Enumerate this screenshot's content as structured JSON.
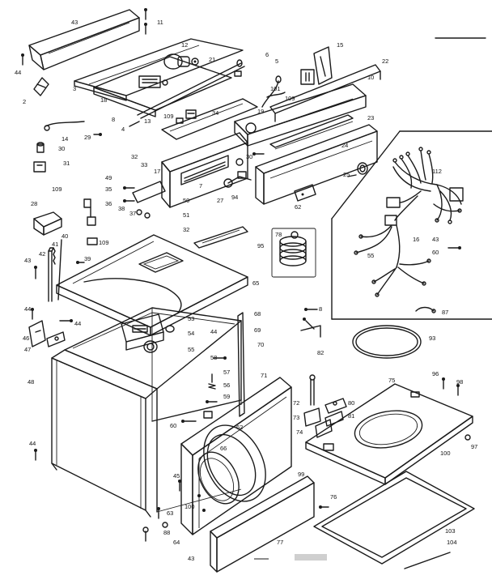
{
  "diagram": {
    "labels": [
      {
        "id": "p43a",
        "text": "43"
      },
      {
        "id": "p11",
        "text": "11"
      },
      {
        "id": "p12",
        "text": "12"
      },
      {
        "id": "p44a",
        "text": "44"
      },
      {
        "id": "p2",
        "text": "2"
      },
      {
        "id": "p3",
        "text": "3"
      },
      {
        "id": "p21",
        "text": "21"
      },
      {
        "id": "p6",
        "text": "6"
      },
      {
        "id": "p5",
        "text": "5"
      },
      {
        "id": "p15",
        "text": "15"
      },
      {
        "id": "p22",
        "text": "22"
      },
      {
        "id": "p10a",
        "text": "10"
      },
      {
        "id": "p18",
        "text": "18"
      },
      {
        "id": "p101",
        "text": "101"
      },
      {
        "id": "p109a",
        "text": "109"
      },
      {
        "id": "p19",
        "text": "19"
      },
      {
        "id": "p34",
        "text": "34"
      },
      {
        "id": "p109b",
        "text": "109"
      },
      {
        "id": "p23",
        "text": "23"
      },
      {
        "id": "p14",
        "text": "14"
      },
      {
        "id": "p8",
        "text": "8"
      },
      {
        "id": "p13",
        "text": "13"
      },
      {
        "id": "p4",
        "text": "4"
      },
      {
        "id": "p29",
        "text": "29"
      },
      {
        "id": "p30a",
        "text": "30"
      },
      {
        "id": "p32a",
        "text": "32"
      },
      {
        "id": "p33",
        "text": "33"
      },
      {
        "id": "p31",
        "text": "31"
      },
      {
        "id": "p17",
        "text": "17"
      },
      {
        "id": "p30b",
        "text": "30"
      },
      {
        "id": "p24",
        "text": "24"
      },
      {
        "id": "p25",
        "text": "25"
      },
      {
        "id": "p112",
        "text": "112"
      },
      {
        "id": "p49",
        "text": "49"
      },
      {
        "id": "p7",
        "text": "7"
      },
      {
        "id": "p35",
        "text": "35"
      },
      {
        "id": "p36",
        "text": "36"
      },
      {
        "id": "p109c",
        "text": "109"
      },
      {
        "id": "p27",
        "text": "27"
      },
      {
        "id": "p94",
        "text": "94"
      },
      {
        "id": "p62",
        "text": "62"
      },
      {
        "id": "p28",
        "text": "28"
      },
      {
        "id": "p38",
        "text": "38"
      },
      {
        "id": "p37",
        "text": "37"
      },
      {
        "id": "p50",
        "text": "50"
      },
      {
        "id": "p51",
        "text": "51"
      },
      {
        "id": "p32b",
        "text": "32"
      },
      {
        "id": "p41",
        "text": "41"
      },
      {
        "id": "p40",
        "text": "40"
      },
      {
        "id": "p109d",
        "text": "109"
      },
      {
        "id": "p78",
        "text": "78"
      },
      {
        "id": "p43b",
        "text": "43"
      },
      {
        "id": "p16",
        "text": "16"
      },
      {
        "id": "p60",
        "text": "60"
      },
      {
        "id": "p95",
        "text": "95"
      },
      {
        "id": "p42",
        "text": "42"
      },
      {
        "id": "p43c",
        "text": "43"
      },
      {
        "id": "p39",
        "text": "39"
      },
      {
        "id": "p65",
        "text": "65"
      },
      {
        "id": "p55a",
        "text": "55"
      },
      {
        "id": "p44b",
        "text": "44"
      },
      {
        "id": "p8b",
        "text": "8"
      },
      {
        "id": "p87",
        "text": "87"
      },
      {
        "id": "p44c",
        "text": "44"
      },
      {
        "id": "p68",
        "text": "68"
      },
      {
        "id": "p53",
        "text": "53"
      },
      {
        "id": "p69",
        "text": "69"
      },
      {
        "id": "p54",
        "text": "54"
      },
      {
        "id": "p93",
        "text": "93"
      },
      {
        "id": "p46",
        "text": "46"
      },
      {
        "id": "p47a",
        "text": "47"
      },
      {
        "id": "p44d",
        "text": "44"
      },
      {
        "id": "p70",
        "text": "70"
      },
      {
        "id": "p55b",
        "text": "55"
      },
      {
        "id": "p82",
        "text": "82"
      },
      {
        "id": "p58",
        "text": "58"
      },
      {
        "id": "p48",
        "text": "48"
      },
      {
        "id": "p57",
        "text": "57"
      },
      {
        "id": "p71",
        "text": "71"
      },
      {
        "id": "p75",
        "text": "75"
      },
      {
        "id": "p96",
        "text": "96"
      },
      {
        "id": "p98",
        "text": "98"
      },
      {
        "id": "p56",
        "text": "56"
      },
      {
        "id": "p72",
        "text": "72"
      },
      {
        "id": "p80",
        "text": "80"
      },
      {
        "id": "p59",
        "text": "59"
      },
      {
        "id": "p81",
        "text": "81"
      },
      {
        "id": "p73",
        "text": "73"
      },
      {
        "id": "p60b",
        "text": "60"
      },
      {
        "id": "p62b",
        "text": "62"
      },
      {
        "id": "p74",
        "text": "74"
      },
      {
        "id": "p97",
        "text": "97"
      },
      {
        "id": "p66",
        "text": "66"
      },
      {
        "id": "p44e",
        "text": "44"
      },
      {
        "id": "p100",
        "text": "100"
      },
      {
        "id": "p99",
        "text": "99"
      },
      {
        "id": "p45",
        "text": "45"
      },
      {
        "id": "p100b",
        "text": "100"
      },
      {
        "id": "p76",
        "text": "76"
      },
      {
        "id": "p63",
        "text": "63"
      },
      {
        "id": "p88",
        "text": "88"
      },
      {
        "id": "p103",
        "text": "103"
      },
      {
        "id": "p64",
        "text": "64"
      },
      {
        "id": "p77",
        "text": "77"
      },
      {
        "id": "p104",
        "text": "104"
      },
      {
        "id": "p43d",
        "text": "43"
      }
    ]
  }
}
